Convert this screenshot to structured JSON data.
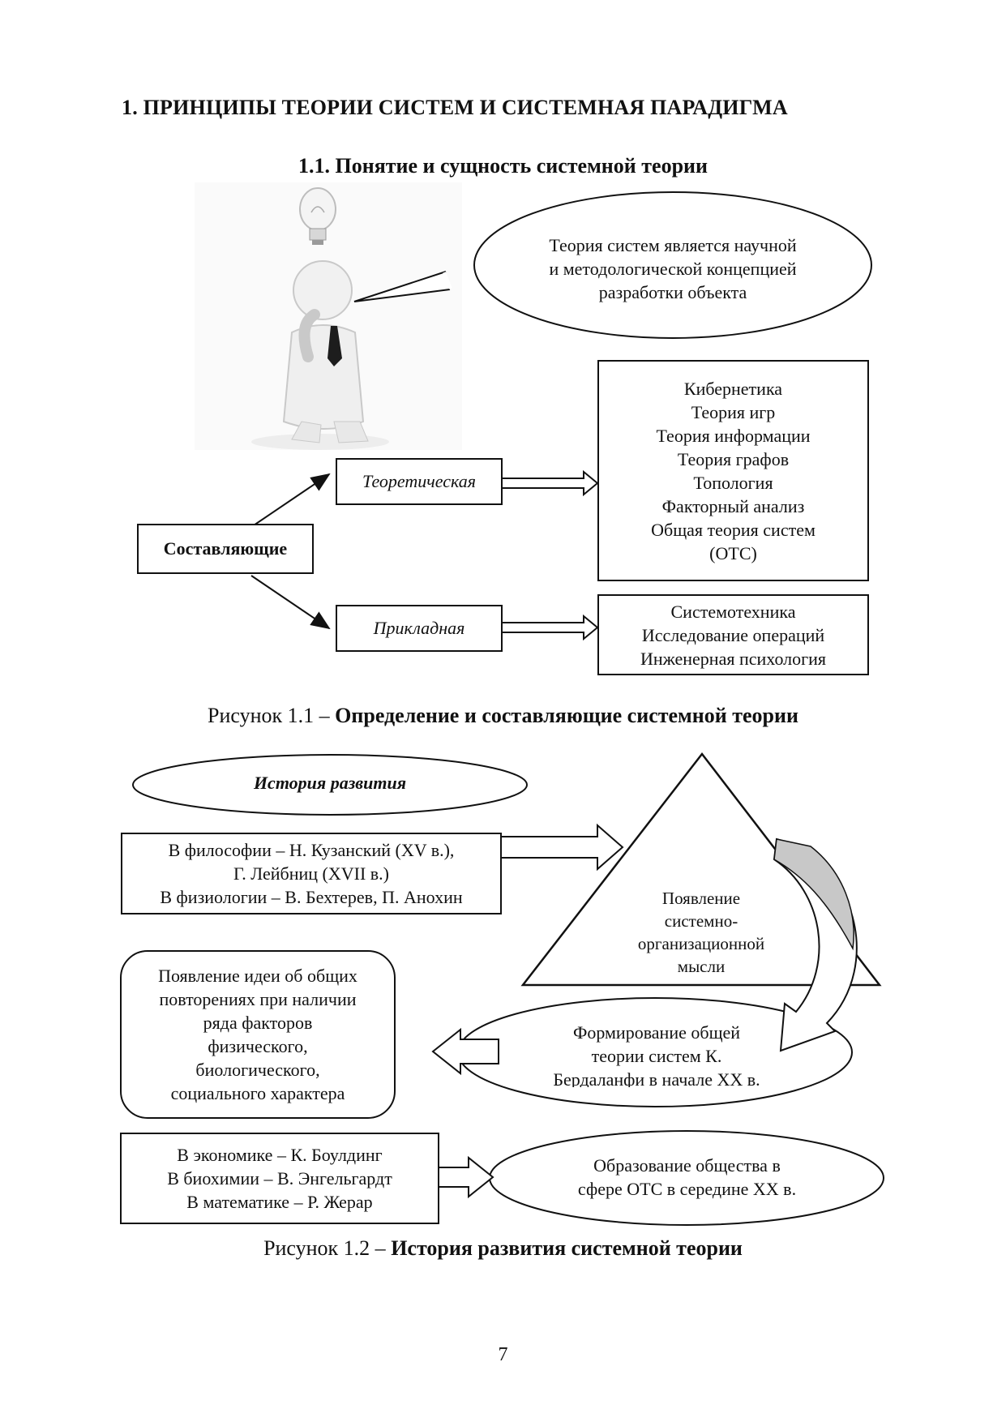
{
  "heading": "1. ПРИНЦИПЫ ТЕОРИИ СИСТЕМ И СИСТЕМНАЯ ПАРАДИГМА",
  "subheading": "1.1. Понятие и сущность системной теории",
  "figure1": {
    "speech_lines": [
      "Теория систем является научной",
      "и методологической концепцией",
      "разработки объекта"
    ],
    "components_label": "Составляющие",
    "theoretical_label": "Теоретическая",
    "applied_label": "Прикладная",
    "theoretical_items": [
      "Кибернетика",
      "Теория игр",
      "Теория информации",
      "Теория графов",
      "Топология",
      "Факторный анализ",
      "Общая теория систем",
      "(ОТС)"
    ],
    "applied_items": [
      "Системотехника",
      "Исследование операций",
      "Инженерная психология"
    ],
    "caption_prefix": "Рисунок 1.1 – ",
    "caption_title": "Определение и составляющие системной теории"
  },
  "figure2": {
    "history_label": "История развития",
    "philosophy_lines": [
      "В философии – Н. Кузанский (XV   в.),",
      "Г. Лейбниц (XVII в.)",
      "В физиологии – В. Бехтерев, П. Анохин"
    ],
    "triangle_lines": [
      "Появление",
      "системно-",
      "организационной",
      "мысли"
    ],
    "idea_lines": [
      "Появление идеи об общих",
      "повторениях при наличии",
      "ряда факторов",
      "физического,",
      "биологического,",
      "социального характера"
    ],
    "general_theory_lines": [
      "Формирование общей",
      "теории систем К.",
      "Бердаланфи в начале XX в."
    ],
    "economy_lines": [
      "В экономике – К. Боулдинг",
      "В биохимии – В. Энгельгардт",
      "В математике – Р. Жерар"
    ],
    "society_lines": [
      "Образование общества в",
      "сфере ОТС в середине XX в."
    ],
    "caption_prefix": "Рисунок  1.2 – ",
    "caption_title": "История развития системной теории"
  },
  "page_number": "7"
}
